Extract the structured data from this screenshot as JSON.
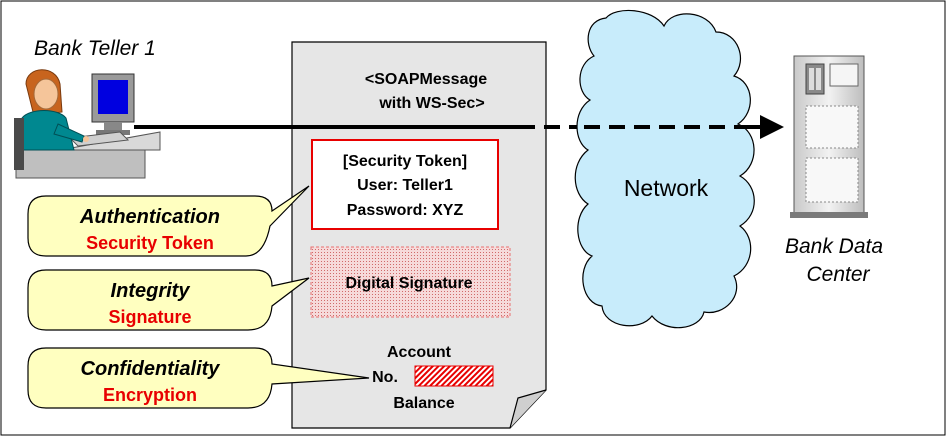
{
  "teller": {
    "label": "Bank Teller 1"
  },
  "message": {
    "header_line1": "<SOAPMessage",
    "header_line2": "with WS-Sec>",
    "token": {
      "line1": "[Security Token]",
      "line2": "User: Teller1",
      "line3": "Password: XYZ"
    },
    "signature": "Digital Signature",
    "account": {
      "line1": "Account",
      "line2": "No.",
      "line3": "Balance"
    }
  },
  "network": {
    "label": "Network"
  },
  "datacenter": {
    "line1": "Bank Data",
    "line2": "Center"
  },
  "callouts": [
    {
      "title": "Authentication",
      "subtitle": "Security Token"
    },
    {
      "title": "Integrity",
      "subtitle": "Signature"
    },
    {
      "title": "Confidentiality",
      "subtitle": "Encryption"
    }
  ],
  "colors": {
    "callout_fill": "#ffffc0",
    "accent_red": "#e80000",
    "document_fill": "#e6e6e6",
    "cloud_fill": "#c8ecfb",
    "signature_fill": "#f3c8c8"
  }
}
